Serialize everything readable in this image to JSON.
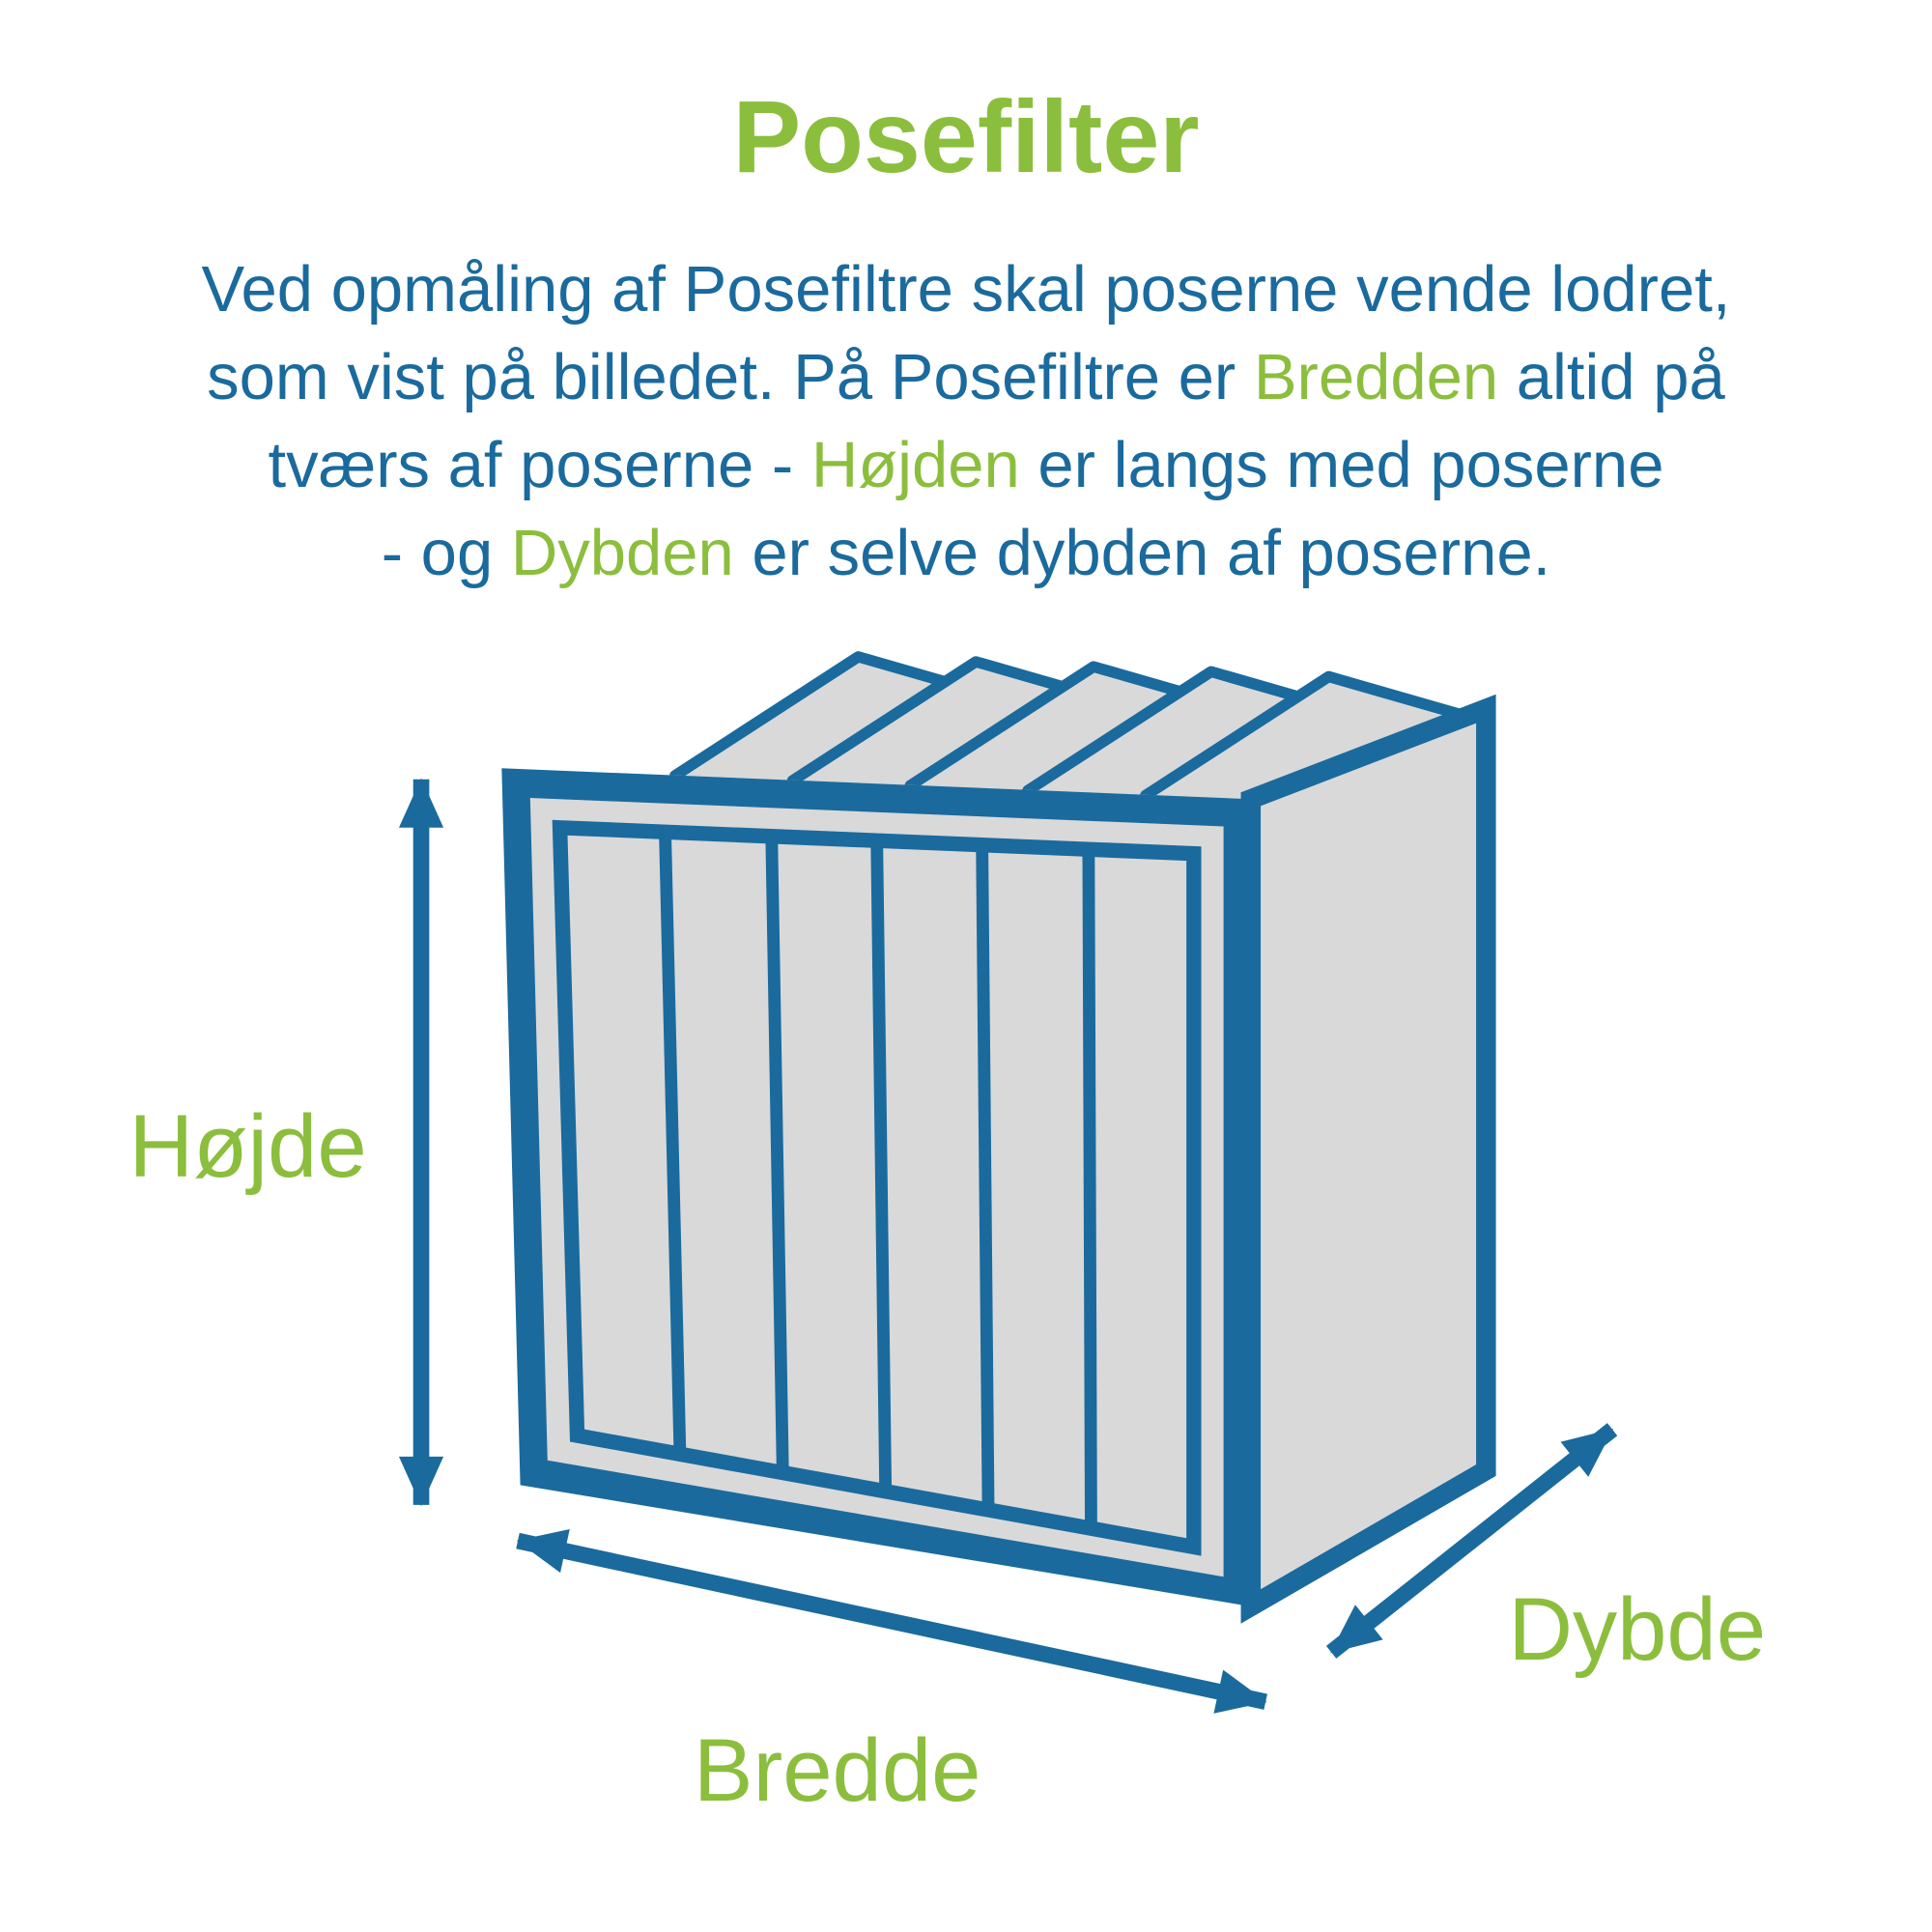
{
  "title": "Posefilter",
  "colors": {
    "blue": "#1A6A9D",
    "green": "#8BBE3D",
    "gray": "#D9D9D9"
  },
  "intro": {
    "line1": "Ved opmåling af Posefiltre skal poserne vende lodret,",
    "line2_a": "som vist på billedet. På Posefiltre er ",
    "line2_b": "Bredden",
    "line2_c": " altid på",
    "line3_a": "tværs af poserne - ",
    "line3_b": "Højden",
    "line3_c": " er langs med poserne",
    "line4_a": "- og ",
    "line4_b": "Dybden",
    "line4_c": " er selve dybden af poserne."
  },
  "diagram": {
    "height_label": "Højde",
    "width_label": "Bredde",
    "depth_label": "Dybde"
  }
}
